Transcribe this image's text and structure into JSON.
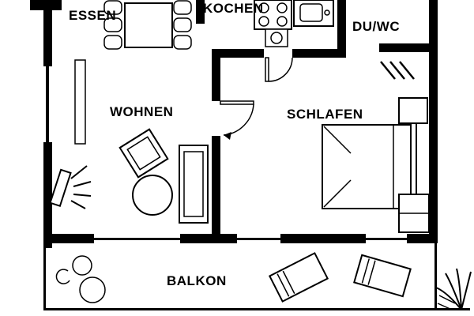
{
  "colors": {
    "background": "#ffffff",
    "wall": "#000000",
    "line": "#000000",
    "text": "#000000"
  },
  "rooms": [
    {
      "id": "essen",
      "label": "ESSEN"
    },
    {
      "id": "kochen",
      "label": "KOCHEN"
    },
    {
      "id": "duwc",
      "label": "DU/WC"
    },
    {
      "id": "wohnen",
      "label": "WOHNEN"
    },
    {
      "id": "schlafen",
      "label": "SCHLAFEN"
    },
    {
      "id": "balkon",
      "label": "BALKON"
    }
  ],
  "furniture": {
    "essen": [
      "dining-table",
      "dining-chairs"
    ],
    "kochen": [
      "stove-4-burners",
      "sink-unit",
      "base-cabinet-round-sink",
      "door-swing"
    ],
    "duwc": [
      "entrance-hatch-marks"
    ],
    "wohnen": [
      "wall-shelf",
      "rotated-square-table",
      "round-table",
      "sofa",
      "tv-with-rays",
      "door-swing-arrow"
    ],
    "schlafen": [
      "double-bed",
      "headboard",
      "wardrobe-top",
      "wardrobe-bottom"
    ],
    "balkon": [
      "small-chair",
      "round-table-small",
      "round-table-large",
      "lounger-left",
      "lounger-right",
      "plant"
    ]
  }
}
